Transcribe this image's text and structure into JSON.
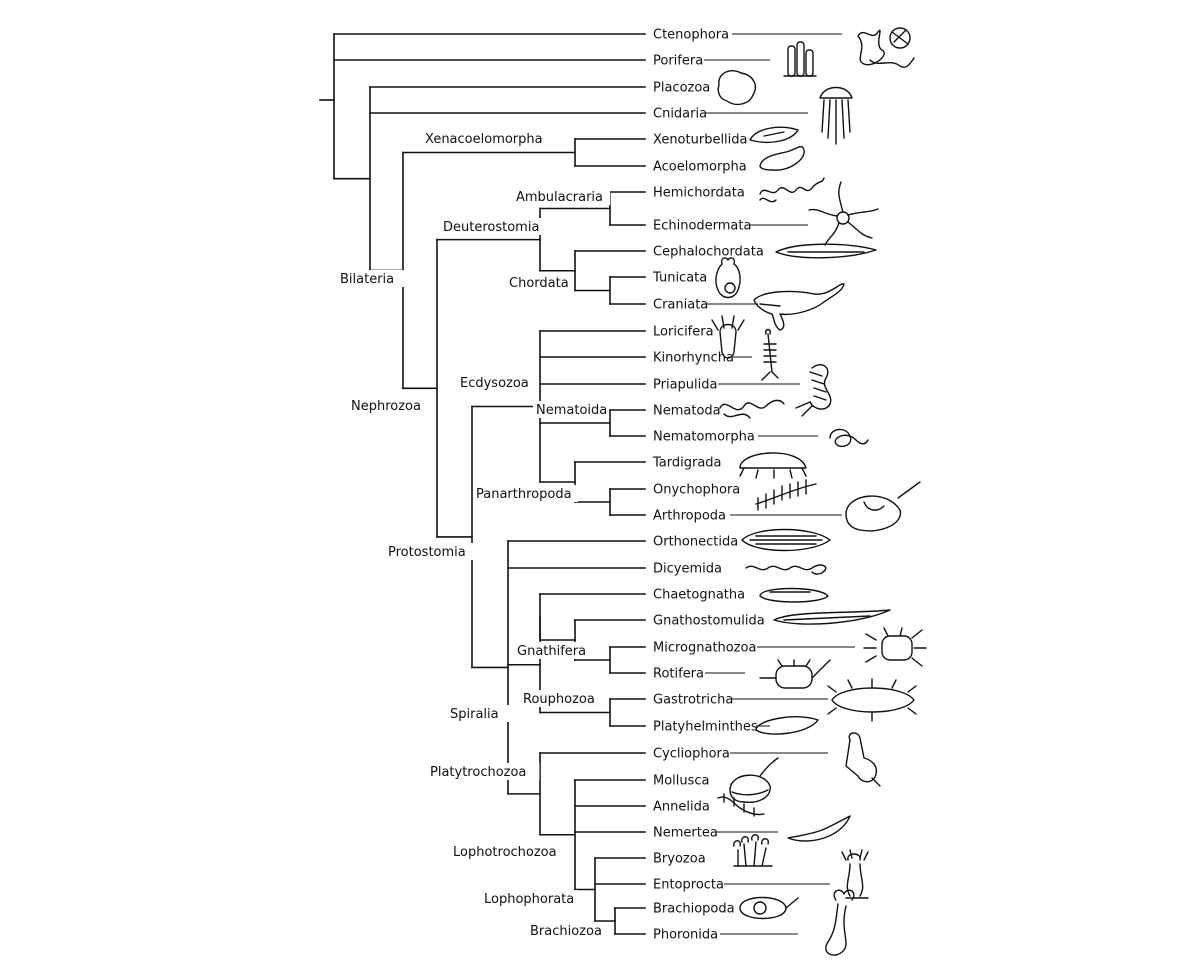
{
  "tree": {
    "taxa": [
      {
        "name": "Ctenophora",
        "icon": "comb-jelly-icon"
      },
      {
        "name": "Porifera",
        "icon": "sponge-icon"
      },
      {
        "name": "Placozoa",
        "icon": "placozoan-icon"
      },
      {
        "name": "Cnidaria",
        "icon": "jellyfish-icon"
      },
      {
        "name": "Xenoturbellida",
        "icon": "xenoturbella-icon"
      },
      {
        "name": "Acoelomorpha",
        "icon": "acoel-worm-icon"
      },
      {
        "name": "Hemichordata",
        "icon": "acorn-worm-icon"
      },
      {
        "name": "Echinodermata",
        "icon": "brittle-star-icon"
      },
      {
        "name": "Cephalochordata",
        "icon": "lancelet-icon"
      },
      {
        "name": "Tunicata",
        "icon": "sea-squirt-icon"
      },
      {
        "name": "Craniata",
        "icon": "whale-icon"
      },
      {
        "name": "Loricifera",
        "icon": "loriciferan-icon"
      },
      {
        "name": "Kinorhyncha",
        "icon": "mud-dragon-icon"
      },
      {
        "name": "Priapulida",
        "icon": "penis-worm-icon"
      },
      {
        "name": "Nematoda",
        "icon": "roundworm-icon"
      },
      {
        "name": "Nematomorpha",
        "icon": "horsehair-worm-icon"
      },
      {
        "name": "Tardigrada",
        "icon": "tardigrade-icon"
      },
      {
        "name": "Onychophora",
        "icon": "velvet-worm-icon"
      },
      {
        "name": "Arthropoda",
        "icon": "horseshoe-crab-icon"
      },
      {
        "name": "Orthonectida",
        "icon": "orthonectid-icon"
      },
      {
        "name": "Dicyemida",
        "icon": "dicyemid-icon"
      },
      {
        "name": "Chaetognatha",
        "icon": "arrow-worm-icon"
      },
      {
        "name": "Gnathostomulida",
        "icon": "jaw-worm-icon"
      },
      {
        "name": "Micrognathozoa",
        "icon": "limnognathia-icon"
      },
      {
        "name": "Rotifera",
        "icon": "rotifer-icon"
      },
      {
        "name": "Gastrotricha",
        "icon": "gastrotrich-icon"
      },
      {
        "name": "Platyhelminthes",
        "icon": "flatworm-icon"
      },
      {
        "name": "Cycliophora",
        "icon": "symbion-icon"
      },
      {
        "name": "Mollusca",
        "icon": "snail-icon"
      },
      {
        "name": "Annelida",
        "icon": "segmented-worm-icon"
      },
      {
        "name": "Nemertea",
        "icon": "ribbon-worm-icon"
      },
      {
        "name": "Bryozoa",
        "icon": "moss-animal-icon"
      },
      {
        "name": "Entoprocta",
        "icon": "entoproct-icon"
      },
      {
        "name": "Brachiopoda",
        "icon": "lamp-shell-icon"
      },
      {
        "name": "Phoronida",
        "icon": "horseshoe-worm-icon"
      }
    ],
    "clades": [
      {
        "name": "Xenacoelomorpha"
      },
      {
        "name": "Ambulacraria"
      },
      {
        "name": "Deuterostomia"
      },
      {
        "name": "Chordata"
      },
      {
        "name": "Bilateria"
      },
      {
        "name": "Ecdysozoa"
      },
      {
        "name": "Nematoida"
      },
      {
        "name": "Nephrozoa"
      },
      {
        "name": "Panarthropoda"
      },
      {
        "name": "Protostomia"
      },
      {
        "name": "Gnathifera"
      },
      {
        "name": "Rouphozoa"
      },
      {
        "name": "Spiralia"
      },
      {
        "name": "Platytrochozoa"
      },
      {
        "name": "Lophotrochozoa"
      },
      {
        "name": "Lophophorata"
      },
      {
        "name": "Brachiozoa"
      }
    ]
  }
}
